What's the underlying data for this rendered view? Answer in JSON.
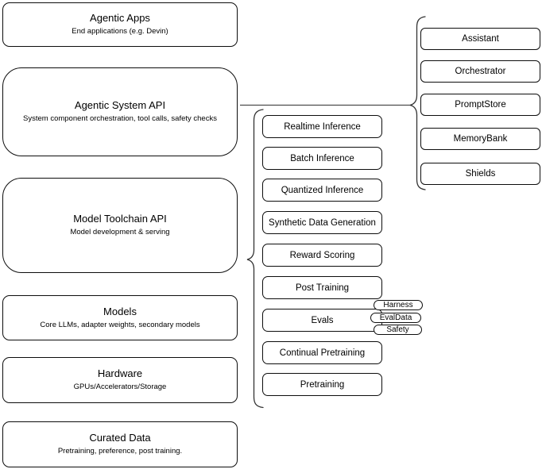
{
  "diagram": {
    "left_stack": [
      {
        "title": "Agentic Apps",
        "subtitle": "End applications (e.g. Devin)"
      },
      {
        "title": "Agentic System API",
        "subtitle": "System component orchestration, tool calls, safety checks"
      },
      {
        "title": "Model Toolchain API",
        "subtitle": "Model development & serving"
      },
      {
        "title": "Models",
        "subtitle": "Core LLMs, adapter weights, secondary models"
      },
      {
        "title": "Hardware",
        "subtitle": "GPUs/Accelerators/Storage"
      },
      {
        "title": "Curated Data",
        "subtitle": "Pretraining, preference, post training."
      }
    ],
    "toolchain_items": [
      "Realtime Inference",
      "Batch Inference",
      "Quantized Inference",
      "Synthetic Data Generation",
      "Reward Scoring",
      "Post Training",
      "Evals",
      "Continual Pretraining",
      "Pretraining"
    ],
    "evals_tags": [
      "Harness",
      "EvalData",
      "Safety"
    ],
    "system_components": [
      "Assistant",
      "Orchestrator",
      "PromptStore",
      "MemoryBank",
      "Shields"
    ],
    "colors": {
      "background": "#ffffff",
      "box_border": "#0d0d0d",
      "text": "#000000",
      "connector_line": "#4d4d4d",
      "brace_stroke": "#333333"
    }
  }
}
